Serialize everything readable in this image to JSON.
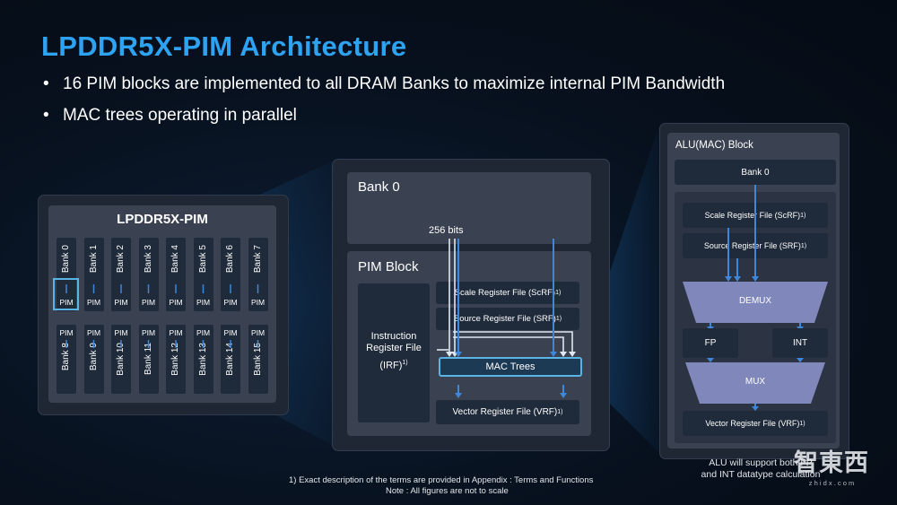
{
  "title": "LPDDR5X-PIM Architecture",
  "bullets": [
    "16 PIM blocks are implemented to all DRAM Banks to maximize internal PIM Bandwidth",
    "MAC trees operating in parallel"
  ],
  "bullet_glyph": "•",
  "chip": {
    "title": "LPDDR5X-PIM",
    "top_banks": [
      "Bank 0",
      "Bank 1",
      "Bank 2",
      "Bank 3",
      "Bank 4",
      "Bank 5",
      "Bank 6",
      "Bank 7"
    ],
    "bottom_banks": [
      "Bank 8",
      "Bank 9",
      "Bank 10",
      "Bank 11",
      "Bank 12",
      "Bank 13",
      "Bank 14",
      "Bank 15"
    ],
    "pim_label": "PIM"
  },
  "pim_detail": {
    "bank_label": "Bank 0",
    "bits_label": "256 bits",
    "pim_block_label": "PIM Block",
    "irf_line1": "Instruction",
    "irf_line2": "Register File",
    "irf_line3": "(IRF)",
    "irf_sup": "1)",
    "scrf": "Scale Register File (ScRF)",
    "srf": "Source Register File (SRF)",
    "mac": "MAC Trees",
    "vrf": "Vector Register File (VRF)",
    "sup": "1)"
  },
  "alu": {
    "title": "ALU(MAC) Block",
    "bank": "Bank 0",
    "scrf": "Scale Register File (ScRF)",
    "srf": "Source Register File (SRF)",
    "demux": "DEMUX",
    "fp": "FP",
    "int": "INT",
    "mux": "MUX",
    "vrf": "Vector Register File (VRF)",
    "sup": "1)",
    "note_line1": "ALU will support both FP",
    "note_line2": "and INT datatype calculation"
  },
  "footnote_line1": "1)      Exact description of the terms are provided in Appendix : Terms and Functions",
  "footnote_line2": "Note : All figures are not to scale",
  "watermark": {
    "main": "智東西",
    "sub": "z h i d x . c o m"
  },
  "colors": {
    "accent": "#2ea3f2",
    "highlight": "#5ab4e6",
    "arrow": "#3f87d8",
    "panel": "#3a4150",
    "box": "#1f2a3a"
  }
}
